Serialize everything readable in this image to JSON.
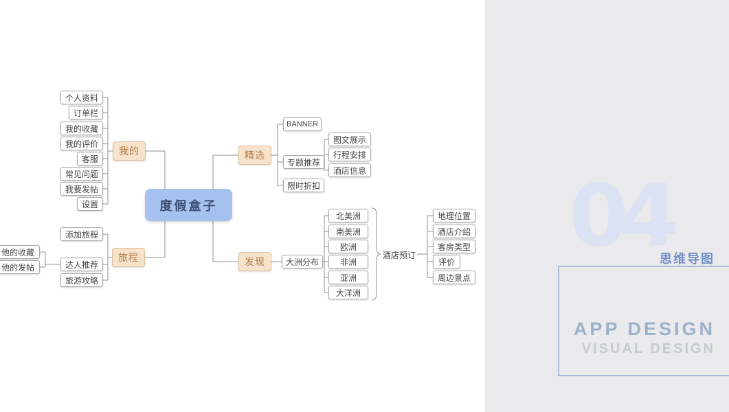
{
  "mindmap": {
    "root": "度假盒子",
    "my": {
      "label": "我的",
      "children": [
        "个人资料",
        "订单栏",
        "我的收藏",
        "我的评价",
        "客服",
        "常见问题",
        "我要发帖",
        "设置"
      ]
    },
    "trip": {
      "label": "旅程",
      "children": [
        "添加旅程",
        "达人推荐",
        "旅游攻略"
      ],
      "expert_children": [
        "他的收藏",
        "他的发帖"
      ]
    },
    "featured": {
      "label": "精选",
      "children": [
        "BANNER",
        "专题推荐",
        "限时折扣"
      ],
      "topic_children": [
        "图文展示",
        "行程安排",
        "酒店信息"
      ]
    },
    "discover": {
      "label": "发现",
      "continent_node": "大洲分布",
      "continents": [
        "北美洲",
        "南美洲",
        "欧洲",
        "非洲",
        "亚洲",
        "大洋洲"
      ],
      "hotel_label": "酒店预订",
      "hotel_children": [
        "地理位置",
        "酒店介绍",
        "客房类型",
        "评价",
        "周边景点"
      ]
    }
  },
  "panel": {
    "number": "04",
    "tag": "思维导图",
    "title": "APP DESIGN",
    "subtitle": "VISUAL DESIGN"
  },
  "colors": {
    "center_fill": "#a6c1ee",
    "branch_fill": "#f7e3cc",
    "panel_bg": "#eaeaec",
    "accent_blue": "#7291c8",
    "line": "#8f8f8f"
  }
}
